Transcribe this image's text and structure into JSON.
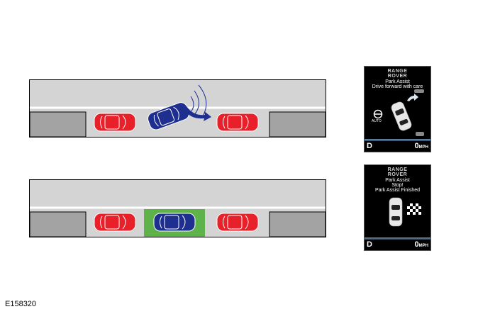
{
  "figure_id": "E158320",
  "screens": [
    {
      "brand_line1": "RANGE",
      "brand_line2": "ROVER",
      "message_lines": [
        "Park Assist",
        "Drive forward with care"
      ],
      "indicator_label": "AUTO",
      "gear": "D",
      "speed_value": "0",
      "speed_unit": "MPH"
    },
    {
      "brand_line1": "RANGE",
      "brand_line2": "ROVER",
      "message_lines": [
        "Park Assist",
        "Stop!",
        "Park Assist Finished"
      ],
      "gear": "D",
      "speed_value": "0",
      "speed_unit": "MPH"
    }
  ],
  "colors": {
    "road": "#d4d4d4",
    "curb": "#a3a3a3",
    "lane_line": "#ffffff",
    "parked_car": "#e8202a",
    "active_car": "#1f2f8f",
    "parked_slot": "#5db34a",
    "sensor_arrow": "#1f2f8f"
  }
}
